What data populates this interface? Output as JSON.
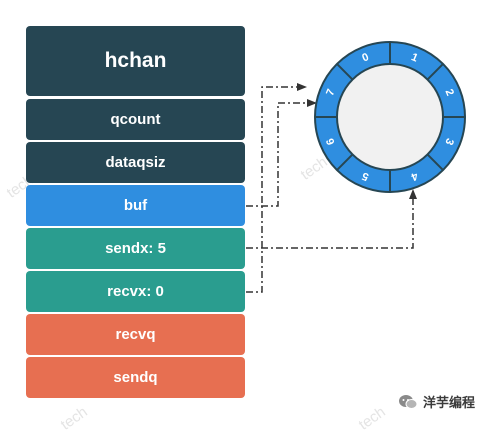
{
  "struct": {
    "title": "hchan",
    "fields": [
      {
        "label": "qcount",
        "color": "#264653"
      },
      {
        "label": "dataqsiz",
        "color": "#264653"
      },
      {
        "label": "buf",
        "color": "#2f8ee0"
      },
      {
        "label": "sendx: 5",
        "color": "#2a9d8f"
      },
      {
        "label": "recvx: 0",
        "color": "#2a9d8f"
      },
      {
        "label": "recvq",
        "color": "#e76f51"
      },
      {
        "label": "sendq",
        "color": "#e76f51"
      }
    ]
  },
  "ring_buffer": {
    "slots": [
      "0",
      "1",
      "2",
      "3",
      "4",
      "5",
      "6",
      "7"
    ],
    "fill_color": "#2f8ee0",
    "inner_color": "#f1f1f1"
  },
  "watermark": "tech",
  "brand": {
    "name": "洋芋编程",
    "icon": "wechat-icon"
  }
}
